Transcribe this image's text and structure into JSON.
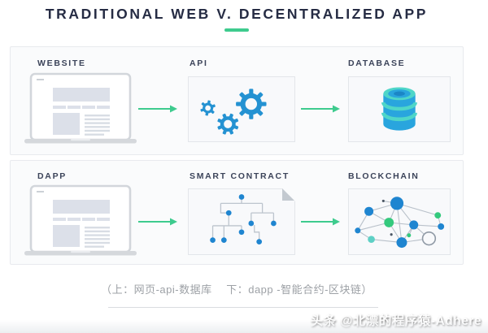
{
  "title": "TRADITIONAL WEB V. DECENTRALIZED APP",
  "rows": [
    {
      "name": "traditional-web",
      "columns": [
        {
          "label": "WEBSITE",
          "icon": "laptop-icon"
        },
        {
          "label": "API",
          "icon": "gears-icon"
        },
        {
          "label": "DATABASE",
          "icon": "database-icon"
        }
      ]
    },
    {
      "name": "decentralized-app",
      "columns": [
        {
          "label": "DAPP",
          "icon": "laptop-icon"
        },
        {
          "label": "SMART CONTRACT",
          "icon": "contract-tree-icon"
        },
        {
          "label": "BLOCKCHAIN",
          "icon": "network-icon"
        }
      ]
    }
  ],
  "caption": "（上：网页-api-数据库　 下：dapp -智能合约-区块链）",
  "watermark": "头条 @北漂的程序猿-Adhere",
  "colors": {
    "accent_green": "#3ecb8e",
    "gear_blue": "#2492d2",
    "database_blue": "#29a5de",
    "database_teal": "#4fd6c8",
    "node_blue": "#1f85d0",
    "node_green": "#34c97d",
    "node_teal": "#5ed0c5",
    "line_grey": "#bcc4cd",
    "title_navy": "#262c44",
    "label_navy": "#3c445a"
  }
}
